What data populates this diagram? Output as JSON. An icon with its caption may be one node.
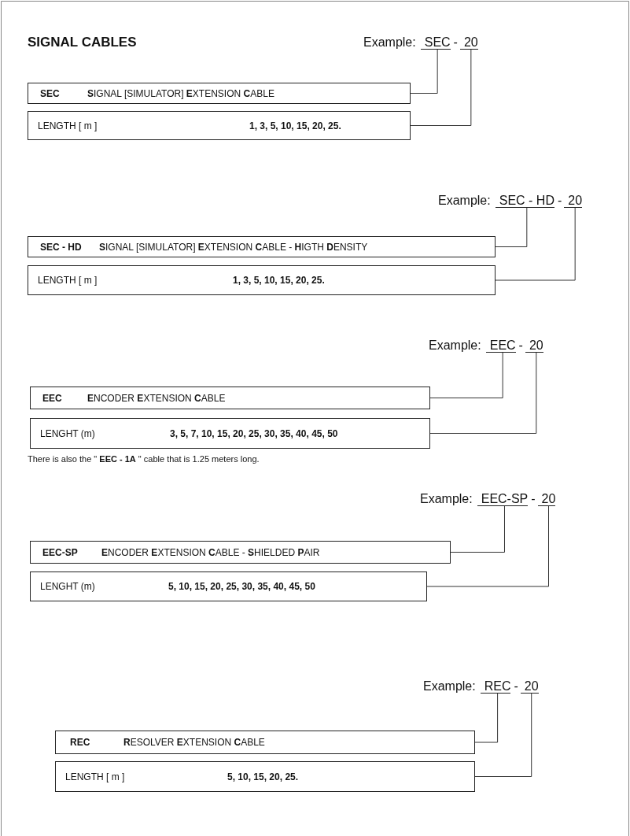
{
  "diagram": {
    "title": "SIGNAL CABLES",
    "nodes": [
      {
        "text": [
          "SEC"
        ]
      },
      {
        "text": [
          "20"
        ]
      },
      {
        "text": [
          "SEC",
          "**S**IGNAL [SIMULATOR] **E**XTENSION **C**ABLE"
        ]
      },
      {
        "text": [
          "LENGTH [ m ]",
          "1, 3, 5, 10, 15, 20, 25."
        ]
      },
      {
        "text": [
          "SEC - HD"
        ]
      },
      {
        "text": [
          "20"
        ]
      },
      {
        "text": [
          "SEC - HD",
          "**S**IGNAL [SIMULATOR] **E**XTENSION **C**ABLE - **H**IGTH **D**ENSITY"
        ]
      },
      {
        "text": [
          "LENGTH [ m ]",
          "1, 3, 5, 10, 15, 20, 25."
        ]
      },
      {
        "text": [
          "EEC"
        ]
      },
      {
        "text": [
          "20"
        ]
      },
      {
        "text": [
          "EEC",
          "**E**NCODER **E**XTENSION **C**ABLE"
        ]
      },
      {
        "text": [
          "LENGHT (m)",
          "3, 5, 7, 10, 15, 20, 25, 30, 35, 40, 45, 50"
        ]
      },
      {
        "text": [
          "EEC-SP"
        ]
      },
      {
        "text": [
          "20"
        ]
      },
      {
        "text": [
          "EEC-SP",
          "**E**NCODER **E**XTENSION **C**ABLE - **S**HIELDED **P**AIR"
        ]
      },
      {
        "text": [
          "LENGHT (m)",
          "5, 10, 15, 20, 25, 30, 35, 40, 45, 50"
        ]
      },
      {
        "text": [
          "REC"
        ]
      },
      {
        "text": [
          "20"
        ]
      },
      {
        "text": [
          "REC",
          "**R**ESOLVER **E**XTENSION **C**ABLE"
        ]
      },
      {
        "text": [
          "LENGTH [ m ]",
          "5, 10, 15, 20, 25."
        ]
      }
    ],
    "edges": [
      {
        "from": 0,
        "to": 2,
        "arrow": "none"
      },
      {
        "from": 1,
        "to": 3,
        "arrow": "none"
      },
      {
        "from": 4,
        "to": 6,
        "arrow": "none"
      },
      {
        "from": 5,
        "to": 7,
        "arrow": "none"
      },
      {
        "from": 8,
        "to": 10,
        "arrow": "none"
      },
      {
        "from": 9,
        "to": 11,
        "arrow": "none"
      },
      {
        "from": 12,
        "to": 14,
        "arrow": "none"
      },
      {
        "from": 13,
        "to": 15,
        "arrow": "none"
      },
      {
        "from": 16,
        "to": 18,
        "arrow": "none"
      },
      {
        "from": 17,
        "to": 19,
        "arrow": "none"
      }
    ],
    "labels": [
      "Example:",
      "-",
      "Example:",
      "-",
      "Example:",
      "-",
      "There is also the \" **EEC - 1A** \" cable that is 1.25 meters long.",
      "Example:",
      "-",
      "Example:",
      "-"
    ]
  }
}
